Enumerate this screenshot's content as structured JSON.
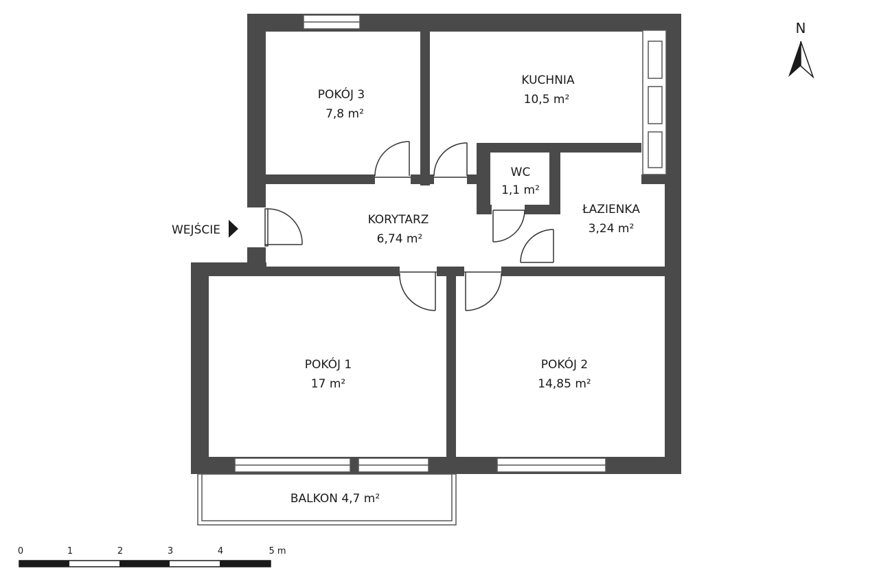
{
  "rooms": [
    {
      "id": "pokoj-3",
      "name": "POKÓJ 3",
      "area": "7,8 m²"
    },
    {
      "id": "kuchnia",
      "name": "KUCHNIA",
      "area": "10,5 m²"
    },
    {
      "id": "wc",
      "name": "WC",
      "area": "1,1 m²"
    },
    {
      "id": "korytarz",
      "name": "KORYTARZ",
      "area": "6,74 m²"
    },
    {
      "id": "lazienka",
      "name": "ŁAZIENKA",
      "area": "3,24 m²"
    },
    {
      "id": "pokoj-1",
      "name": "POKÓJ 1",
      "area": "17 m²"
    },
    {
      "id": "pokoj-2",
      "name": "POKÓJ 2",
      "area": "14,85 m²"
    }
  ],
  "balcony": {
    "label": "BALKON 4,7 m²"
  },
  "entrance": {
    "label": "WEJŚCIE"
  },
  "compass": {
    "label": "N"
  },
  "scale_bar": {
    "ticks": [
      "0",
      "1",
      "2",
      "3",
      "4",
      "5 m"
    ]
  },
  "colors": {
    "wall": "#4a4a4a",
    "line": "#555555",
    "background": "#ffffff"
  }
}
